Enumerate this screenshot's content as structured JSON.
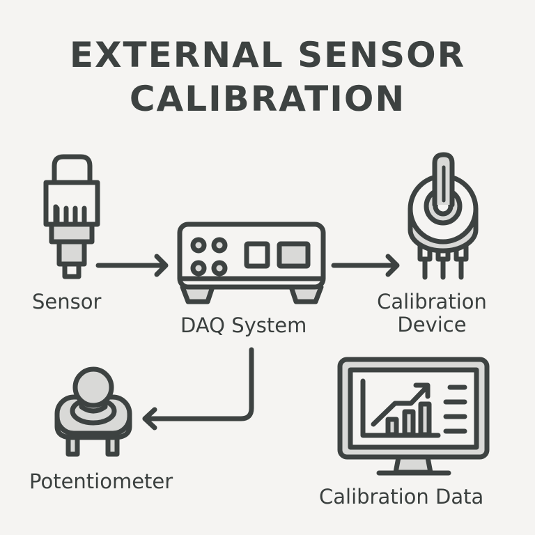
{
  "title": {
    "line1": "EXTERNAL SENSOR",
    "line2": "CALIBRATION"
  },
  "colors": {
    "background": "#f5f4f2",
    "stroke": "#3d4241",
    "fill_light": "#d9d9d7",
    "text": "#3a3f3e"
  },
  "nodes": [
    {
      "id": "sensor",
      "label": "Sensor",
      "icon": "sensor-plug-icon"
    },
    {
      "id": "daq",
      "label": "DAQ System",
      "icon": "daq-box-icon"
    },
    {
      "id": "calibration_device",
      "label_line1": "Calibration",
      "label_line2": "Device",
      "icon": "rotary-potentiometer-icon"
    },
    {
      "id": "potentiometer",
      "label": "Potentiometer",
      "icon": "joystick-potentiometer-icon"
    },
    {
      "id": "calibration_data",
      "label": "Calibration Data",
      "icon": "monitor-chart-icon"
    }
  ],
  "edges": [
    {
      "from": "sensor",
      "to": "daq"
    },
    {
      "from": "daq",
      "to": "calibration_device"
    },
    {
      "from": "daq",
      "to": "potentiometer"
    }
  ]
}
